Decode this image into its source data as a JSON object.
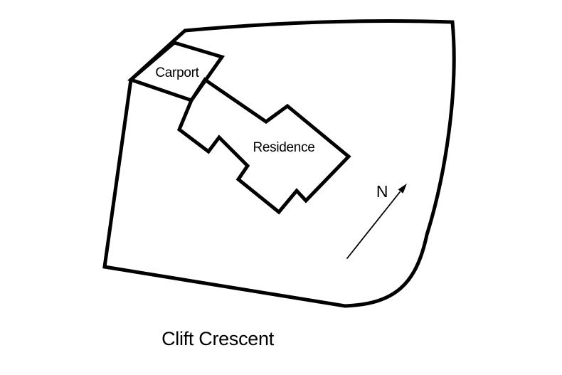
{
  "diagram": {
    "type": "site-plan",
    "labels": {
      "carport": "Carport",
      "residence": "Residence",
      "north": "N",
      "street": "Clift Crescent"
    },
    "colors": {
      "line": "#000000",
      "background": "#ffffff"
    }
  }
}
